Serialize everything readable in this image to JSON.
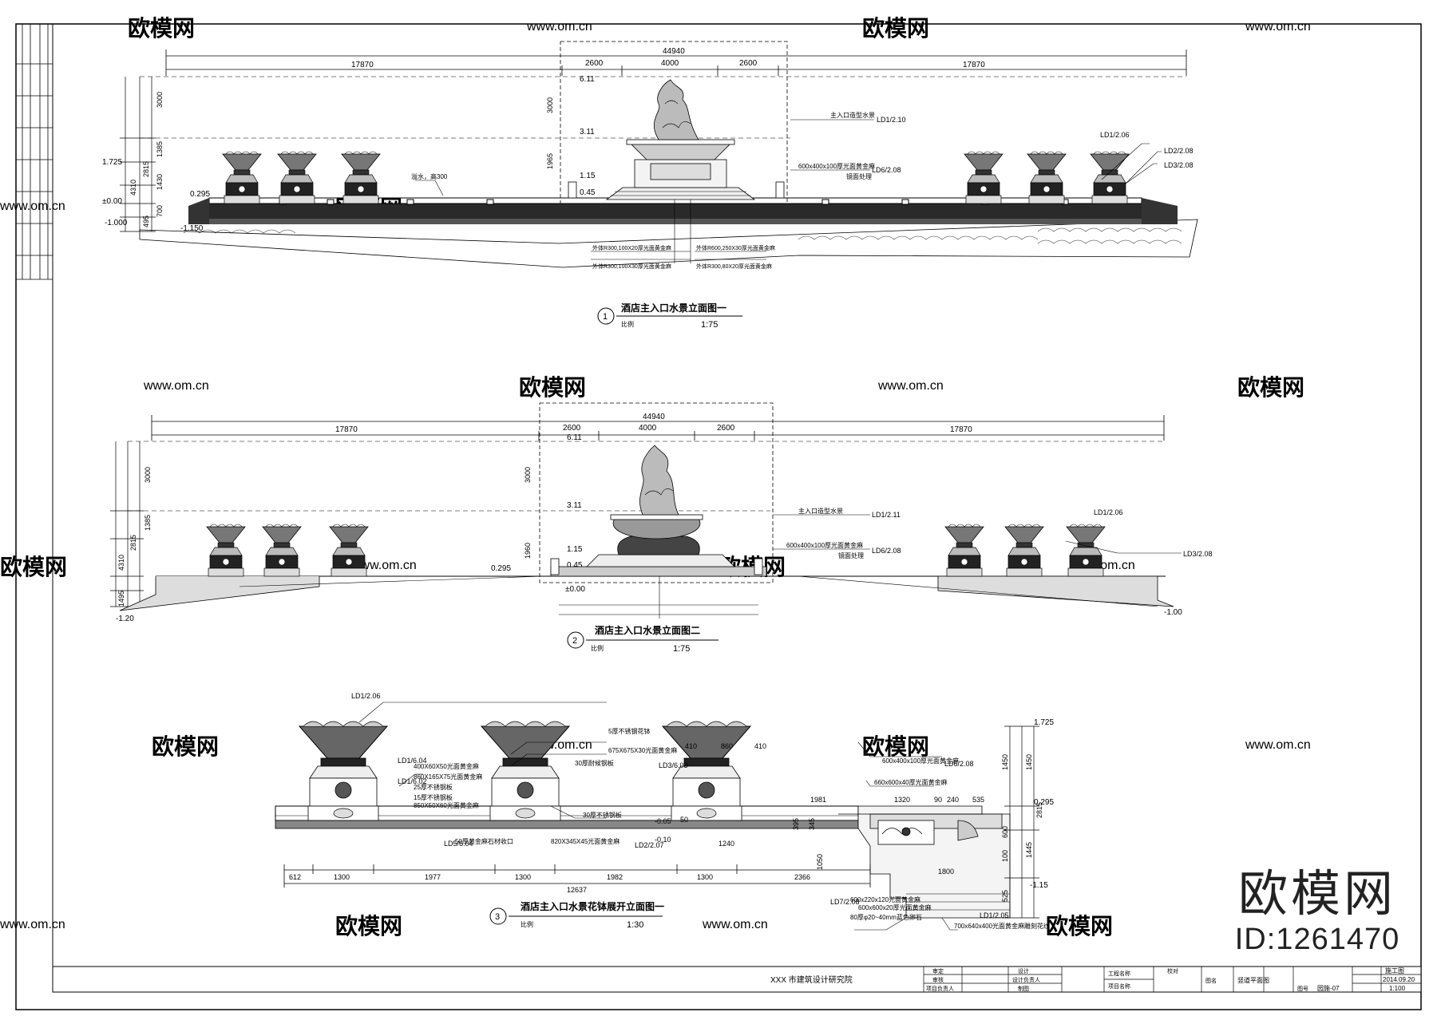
{
  "watermark": {
    "logo_text": "欧模网",
    "site_text": "www.om.cn",
    "id_text": "ID:1261470"
  },
  "elevation1": {
    "number": "1",
    "title": "酒店主入口水景立面图一",
    "scale_label": "比例",
    "scale": "1:75",
    "dim_total": "44940",
    "dim_side_left": "17870",
    "dim_side_right": "17870",
    "dim_center_a": "2600",
    "dim_center_b": "4000",
    "dim_center_c": "2600",
    "heights_left": [
      "3000",
      "1385",
      "2815",
      "1430",
      "4310",
      "495",
      "700"
    ],
    "heights_center": [
      "3000",
      "1965"
    ],
    "levels": [
      "1.725",
      "±0.00",
      "-1.000",
      "0.295",
      "-1.150",
      "6.11",
      "3.11",
      "1.15",
      "0.45"
    ],
    "labels": [
      "溢水，高300",
      "主入口造型水景",
      "600x400x100厚光面黄金麻",
      "镜面处理"
    ],
    "callouts": [
      "LD1/2.10",
      "LD1/2.06",
      "LD2/2.08",
      "LD3/2.08",
      "LD6/2.08"
    ],
    "notes": [
      "外体R300,100X20厚光面黄金麻",
      "外体R300,100X30厚光面黄金麻",
      "外体R600,250X30厚光面黄金麻",
      "外体R300,80X20厚光面黄金麻"
    ]
  },
  "elevation2": {
    "number": "2",
    "title": "酒店主入口水景立面图二",
    "scale_label": "比例",
    "scale": "1:75",
    "dim_total": "44940",
    "dim_side_left": "17870",
    "dim_side_right": "17870",
    "dim_center_a": "2600",
    "dim_center_b": "4000",
    "dim_center_c": "2600",
    "heights_left": [
      "3000",
      "1385",
      "2815",
      "4310",
      "1495"
    ],
    "heights_center": [
      "3000",
      "1960"
    ],
    "levels": [
      "6.11",
      "3.11",
      "1.15",
      "0.45",
      "0.295",
      "±0.00",
      "-1.20",
      "-1.00"
    ],
    "labels": [
      "主入口造型水景",
      "600x400x100厚光面黄金麻",
      "镜面处理"
    ],
    "callouts": [
      "LD1/2.11",
      "LD1/2.06",
      "LD6/2.08",
      "LD3/2.08"
    ]
  },
  "elevation3": {
    "number": "3",
    "title": "酒店主入口水景花钵展开立面图一",
    "scale_label": "比例",
    "scale": "1:30",
    "dims_bottom": [
      "612",
      "1300",
      "1977",
      "1300",
      "1982",
      "1300",
      "2366"
    ],
    "dim_total": "12637",
    "dims_top": [
      "410",
      "860",
      "410"
    ],
    "dims_right": [
      "1450",
      "1450",
      "2815",
      "1445",
      "600",
      "100",
      "525",
      "1050",
      "395",
      "345"
    ],
    "levels": [
      "1.725",
      "0.295",
      "-1.15",
      "-0.05",
      "-0.10"
    ],
    "dims_misc": [
      "1981",
      "1320",
      "1240",
      "1800",
      "535",
      "90",
      "240",
      "50"
    ],
    "labels": [
      "5厚不锈钢花钵",
      "675X675X30光面黄金麻",
      "30厚耐候钢板",
      "400X60X50光面黄金麻",
      "860X165X75光面黄金麻",
      "25厚不锈钢板",
      "15厚不锈钢板",
      "850X50X60光面黄金麻",
      "30厚不锈钢板",
      "820X345X45光面黄金麻",
      "50厚黄金麻石材收口",
      "600x400x100厚光面黄金麻",
      "660x600x40厚光面黄金麻",
      "600x220x120光面黄金麻",
      "600x600x20厚光面黄金麻",
      "80厚φ20~40mm蓝色卵石",
      "700x640x400光面黄金麻雕刻花纹"
    ],
    "callouts": [
      "LD1/2.06",
      "LD1/6.04",
      "LD1/6.02",
      "LD3/6.03",
      "LD5/6.04",
      "LD2/2.07",
      "LD6/2.08",
      "LD7/2.08",
      "LD1/2.05"
    ]
  },
  "title_block": {
    "institute": "XXX 市建筑设计研究院",
    "rows": [
      "审定",
      "审核",
      "项目负责人",
      "设计",
      "设计负责人",
      "制图",
      "校对",
      "工程名称",
      "项目名称",
      "图名",
      "图号"
    ],
    "drawing_name": "竖道平面图",
    "drawing_no": "园施-07",
    "stage": "施工图",
    "date": "2014.09.20",
    "scale": "1:100"
  }
}
